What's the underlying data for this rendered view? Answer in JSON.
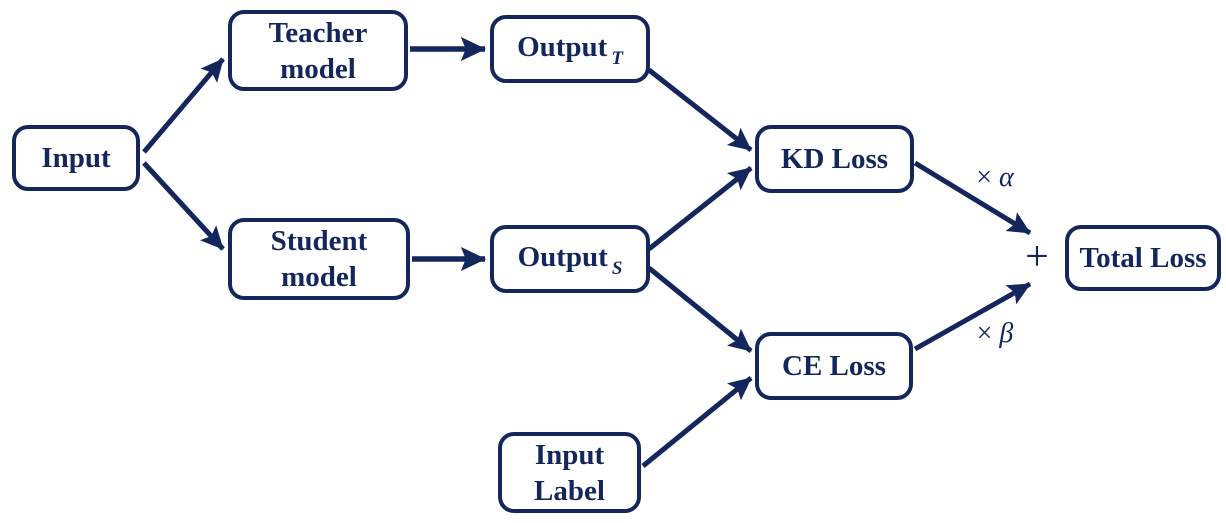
{
  "diagram": {
    "title_semantic": "Knowledge distillation loss flow",
    "background_color": "#ffffff",
    "ink_color": "#14275c",
    "nodes": {
      "input": {
        "label": "Input"
      },
      "teacher_model": {
        "line1": "Teacher",
        "line2": "model"
      },
      "student_model": {
        "line1": "Student",
        "line2": "model"
      },
      "output_teacher": {
        "label": "Output",
        "subscript": "T"
      },
      "output_student": {
        "label": "Output",
        "subscript": "S"
      },
      "kd_loss": {
        "label": "KD Loss"
      },
      "ce_loss": {
        "label": "CE Loss"
      },
      "input_label": {
        "line1": "Input",
        "line2": "Label"
      },
      "total_loss": {
        "label": "Total Loss"
      }
    },
    "operators": {
      "plus": "+",
      "kd_weight": {
        "times": "×",
        "symbol": "α"
      },
      "ce_weight": {
        "times": "×",
        "symbol": "β"
      }
    },
    "edges": [
      {
        "from": "input",
        "to": "teacher_model"
      },
      {
        "from": "input",
        "to": "student_model"
      },
      {
        "from": "teacher_model",
        "to": "output_teacher"
      },
      {
        "from": "student_model",
        "to": "output_student"
      },
      {
        "from": "output_teacher",
        "to": "kd_loss"
      },
      {
        "from": "output_student",
        "to": "kd_loss"
      },
      {
        "from": "output_student",
        "to": "ce_loss"
      },
      {
        "from": "input_label",
        "to": "ce_loss"
      },
      {
        "from": "kd_loss",
        "to": "plus",
        "label": "× α"
      },
      {
        "from": "ce_loss",
        "to": "plus",
        "label": "× β"
      }
    ]
  }
}
